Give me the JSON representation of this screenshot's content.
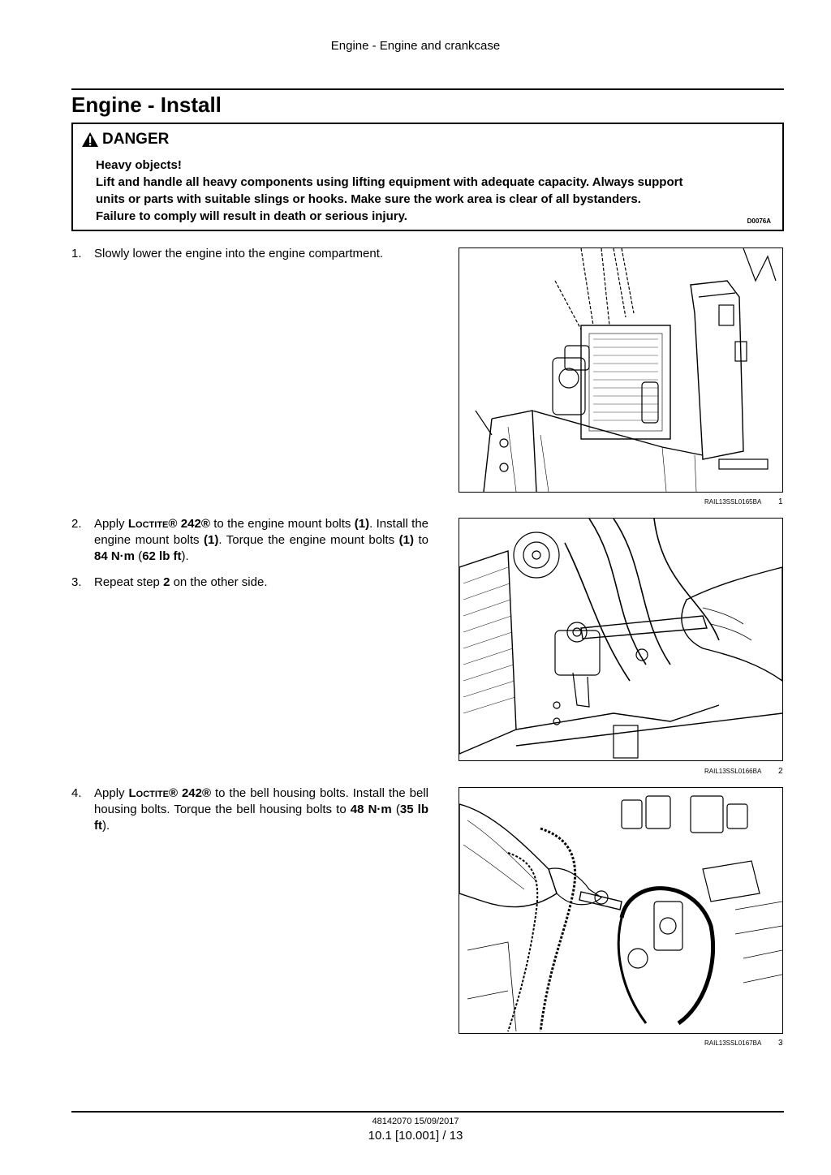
{
  "header": {
    "title": "Engine - Engine and crankcase"
  },
  "page_title": "Engine - Install",
  "danger": {
    "label": "DANGER",
    "heading": "Heavy objects!",
    "line1": "Lift and handle all heavy components using lifting equipment with adequate capacity. Always support",
    "line2": "units or parts with suitable slings or hooks. Make sure the work area is clear of all bystanders.",
    "line3": "Failure to comply will result in death or serious injury.",
    "code": "D0076A"
  },
  "steps": [
    {
      "num": "1.",
      "text": "Slowly lower the engine into the engine compartment."
    },
    {
      "num": "2.",
      "apply": "Apply",
      "product": "Loctite® 242®",
      "a": "to the engine mount bolts",
      "ref1": "(1)",
      "b": ". Install the engine mount bolts",
      "ref2": "(1)",
      "c": ". Torque the engine mount bolts",
      "ref3": "(1)",
      "d": "to",
      "torque": "84 N·m",
      "e": "(",
      "torque_imp": "62 lb ft",
      "f": ")."
    },
    {
      "num": "3.",
      "a": "Repeat step",
      "ref": "2",
      "b": "on the other side."
    },
    {
      "num": "4.",
      "apply": "Apply",
      "product": "Loctite® 242®",
      "a": "to the bell housing bolts. Install the bell housing bolts. Torque the bell housing bolts to",
      "torque": "48 N·m",
      "b": "(",
      "torque_imp": "35 lb ft",
      "c": ")."
    }
  ],
  "figures": [
    {
      "id": "RAIL13SSL0165BA",
      "num": "1"
    },
    {
      "id": "RAIL13SSL0166BA",
      "num": "2"
    },
    {
      "id": "RAIL13SSL0167BA",
      "num": "3"
    }
  ],
  "footer": {
    "doc": "48142070 15/09/2017",
    "page": "10.1 [10.001] / 13"
  }
}
